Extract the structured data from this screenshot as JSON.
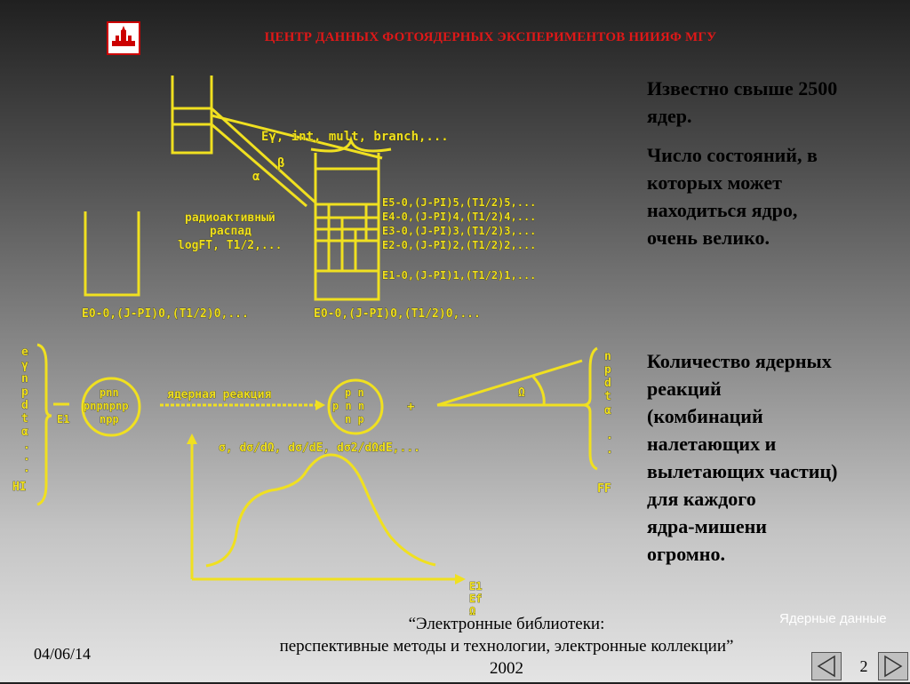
{
  "header": {
    "title": "ЦЕНТР ДАННЫХ ФОТОЯДЕРНЫХ ЭКСПЕРИМЕНТОВ НИИЯФ МГУ"
  },
  "content": {
    "point1_line1": "Известно свыше 2500",
    "point1_line2": "ядер.",
    "point2_line1": "Число состояний, в",
    "point2_line2": "которых может",
    "point2_line3": "находиться ядро,",
    "point2_line4": "очень велико.",
    "point3_line1": "Количество ядерных",
    "point3_line2": "реакций",
    "point3_line3": "(комбинаций",
    "point3_line4": "налетающих и",
    "point3_line5": "вылетающих частиц)",
    "point3_line6": "для каждого",
    "point3_line7": "ядра-мишени",
    "point3_line8": "огромно."
  },
  "illustration": {
    "gamma_params": "Eγ, int, mult, branch,...",
    "alpha": "α",
    "beta": "β",
    "radioactive_1": "радиоактивный",
    "radioactive_2": "распад",
    "logft": "logFT, T1/2,...",
    "levels": [
      "E5-0,(J-PI)5,(T1/2)5,...",
      "E4-0,(J-PI)4,(T1/2)4,...",
      "E3-0,(J-PI)3,(T1/2)3,...",
      "E2-0,(J-PI)2,(T1/2)2,...",
      "E1-0,(J-PI)1,(T1/2)1,..."
    ],
    "ground_left": "E0-0,(J-PI)0,(T1/2)0,...",
    "ground_right": "E0-0,(J-PI)0,(T1/2)0,...",
    "projectiles": [
      "e",
      "γ",
      "n",
      "p",
      "d",
      "t",
      "α",
      ".",
      ".",
      ".",
      "HI"
    ],
    "e1": "E1",
    "nucleus_rows": [
      "pnn",
      "pnpnpnp",
      "npp"
    ],
    "reaction_label": "ядерная реакция",
    "product_rows": [
      "p n",
      "p n n",
      "n p"
    ],
    "plus": "+",
    "omega": "Ω",
    "ejectiles": [
      "n",
      "p",
      "d",
      "t",
      "α",
      ".",
      ".",
      "FF"
    ],
    "cross_sections": "σ, dσ/dΩ, dσ/dE, dσ2/dΩdE,...",
    "axis_vars": [
      "E1",
      "Ef",
      "Ω"
    ]
  },
  "footer": {
    "date": "04/06/14",
    "caption_line1": "“Электронные библиотеки:",
    "caption_line2": "перспективные методы и технологии, электронные коллекции”",
    "caption_line3": "2002",
    "label": "Ядерные данные",
    "page_number": "2"
  }
}
